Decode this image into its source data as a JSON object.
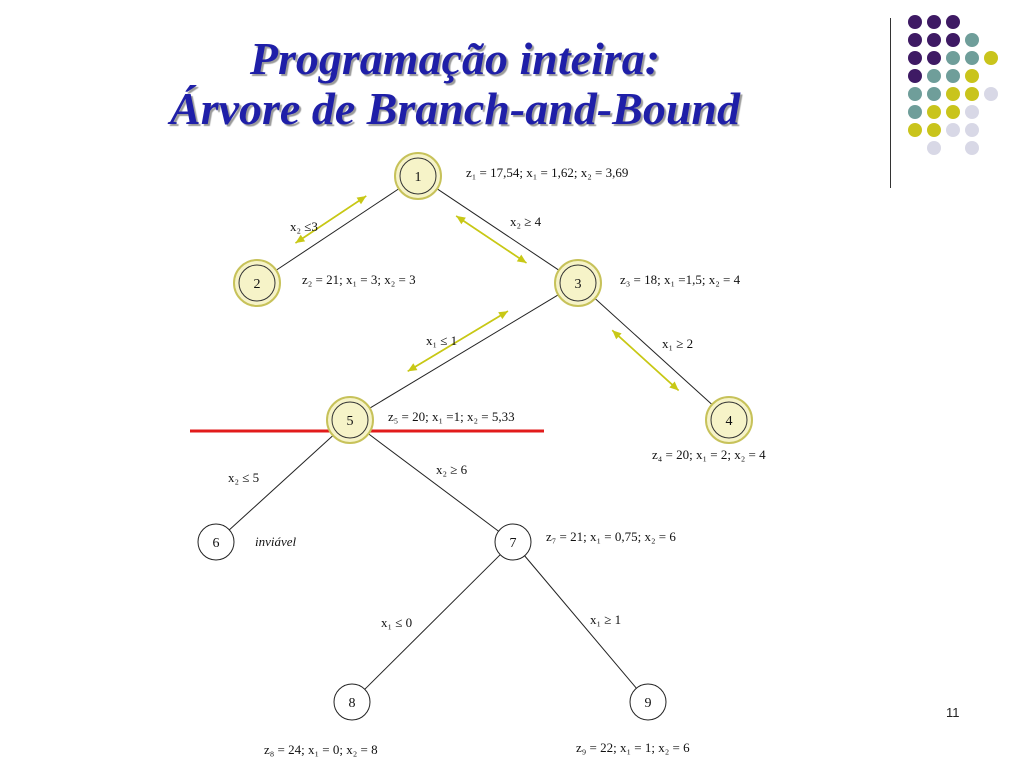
{
  "slide": {
    "title_line1": "Programação inteira:",
    "title_line2": "Árvore de Branch-and-Bound",
    "page_number": "11"
  },
  "colors": {
    "title": "#1f1fa8",
    "node_fill": "#f6f3c8",
    "node_ring": "#c7c25a",
    "arrow": "#c8c816",
    "cut_line": "#e21b1b",
    "dot_purple": "#3e1a64",
    "dot_teal": "#6f9e9a",
    "dot_yellow": "#c9c41c",
    "dot_lavender": "#d8d8e6"
  },
  "decor": {
    "dot_rows": [
      [
        "purple",
        "purple",
        "purple",
        "none",
        "none"
      ],
      [
        "purple",
        "purple",
        "purple",
        "teal",
        "none"
      ],
      [
        "purple",
        "purple",
        "teal",
        "teal",
        "yellow"
      ],
      [
        "purple",
        "teal",
        "teal",
        "yellow",
        "none"
      ],
      [
        "teal",
        "teal",
        "yellow",
        "yellow",
        "lavender"
      ],
      [
        "teal",
        "yellow",
        "yellow",
        "lavender",
        "none"
      ],
      [
        "yellow",
        "yellow",
        "lavender",
        "lavender",
        "none"
      ],
      [
        "none",
        "lavender",
        "none",
        "lavender",
        "none"
      ]
    ]
  },
  "tree": {
    "nodes": [
      {
        "id": "n1",
        "label": "1",
        "highlight": true
      },
      {
        "id": "n2",
        "label": "2",
        "highlight": true
      },
      {
        "id": "n3",
        "label": "3",
        "highlight": true
      },
      {
        "id": "n4",
        "label": "4",
        "highlight": true
      },
      {
        "id": "n5",
        "label": "5",
        "highlight": true
      },
      {
        "id": "n6",
        "label": "6",
        "highlight": false
      },
      {
        "id": "n7",
        "label": "7",
        "highlight": false
      },
      {
        "id": "n8",
        "label": "8",
        "highlight": false
      },
      {
        "id": "n9",
        "label": "9",
        "highlight": false
      }
    ],
    "edges": [
      {
        "from": "n1",
        "to": "n2"
      },
      {
        "from": "n1",
        "to": "n3"
      },
      {
        "from": "n3",
        "to": "n5"
      },
      {
        "from": "n3",
        "to": "n4"
      },
      {
        "from": "n5",
        "to": "n6"
      },
      {
        "from": "n5",
        "to": "n7"
      },
      {
        "from": "n7",
        "to": "n8"
      },
      {
        "from": "n7",
        "to": "n9"
      }
    ],
    "branch_labels": {
      "e12": "x₂ ≤3",
      "e13": "x₂ ≥ 4",
      "e35": "x₁ ≤ 1",
      "e34": "x₁ ≥ 2",
      "e56": "x₂ ≤ 5",
      "e57": "x₂ ≥ 6",
      "e78": "x₁ ≤ 0",
      "e79": "x₁ ≥ 1"
    },
    "node_info": {
      "n1": "z₁ = 17,54;  x₁ = 1,62;  x₂ = 3,69",
      "n2": "z₂ = 21;  x₁ = 3; x₂ = 3",
      "n3": "z₃ = 18;  x₁ =1,5;  x₂ = 4",
      "n4": "z₄ = 20;  x₁ = 2;  x₂ = 4",
      "n5": "z₅ = 20;  x₁ =1; x₂ = 5,33",
      "n6": "inviável",
      "n7": "z₇ = 21;  x₁ = 0,75; x₂ = 6",
      "n8": "z₈ = 24;  x₁ = 0;  x₂ = 8",
      "n9": "z₉ = 22;  x₁ = 1;  x₂ = 6"
    },
    "traversal_arrows": [
      {
        "from": "n1",
        "to": "n2"
      },
      {
        "from": "n2",
        "to": "n1"
      },
      {
        "from": "n1",
        "to": "n3"
      },
      {
        "from": "n3",
        "to": "n1"
      },
      {
        "from": "n3",
        "to": "n5"
      },
      {
        "from": "n5",
        "to": "n3"
      },
      {
        "from": "n3",
        "to": "n4"
      },
      {
        "from": "n4",
        "to": "n3"
      }
    ]
  }
}
